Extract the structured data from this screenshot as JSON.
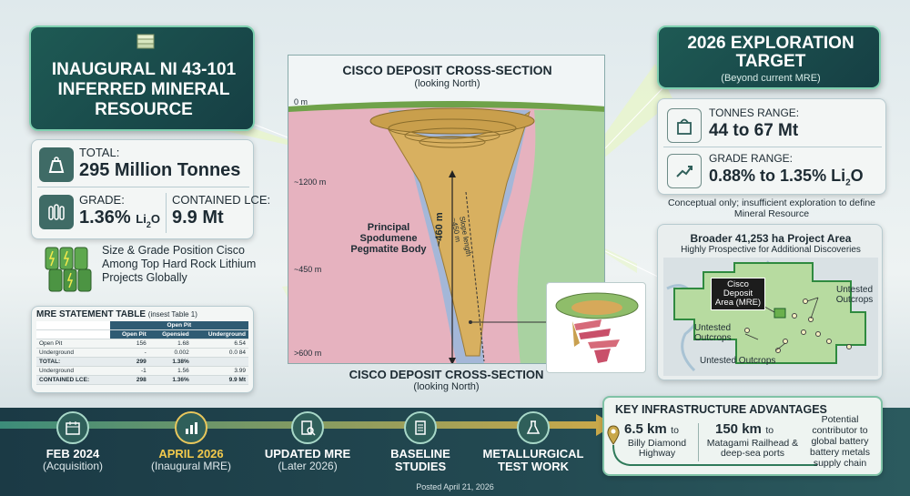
{
  "resource": {
    "title": "INAUGURAL NI 43-101 INFERRED MINERAL RESOURCE",
    "total_label": "TOTAL:",
    "total_value": "295 Million Tonnes",
    "grade_label": "GRADE:",
    "grade_value": "1.36%",
    "grade_unit": "Li",
    "grade_sub": "2",
    "grade_o": "O",
    "lce_label": "CONTAINED LCE:",
    "lce_value": "9.9 Mt",
    "position_text": "Size & Grade Position Cisco Among Top Hard Rock Lithium Projects Globally"
  },
  "mre_table": {
    "title": "MRE STATEMENT TABLE",
    "subtitle": "(insest Table 1)",
    "group_header": "Open Pit",
    "columns": [
      "",
      "Open Pit",
      "Gpensied",
      "Underground"
    ],
    "rows": [
      {
        "cells": [
          "Open Pit",
          "156",
          "1.68",
          "6.54"
        ],
        "bold": false
      },
      {
        "cells": [
          "Underground",
          "-",
          "0.002",
          "0.0 84"
        ],
        "bold": false
      },
      {
        "cells": [
          "TOTAL:",
          "299",
          "1.38%",
          ""
        ],
        "bold": true
      },
      {
        "cells": [
          "Underground",
          "-1",
          "1.56",
          "3.99"
        ],
        "bold": false
      },
      {
        "cells": [
          "CONTAINED LCE:",
          "298",
          "1.36%",
          "9.9 Mt"
        ],
        "bold": true
      }
    ]
  },
  "cross_section": {
    "title": "CISCO DEPOSIT CROSS-SECTION",
    "subtitle": "(looking North)",
    "depth_0": "0 m",
    "depth_1200": "~1200 m",
    "depth_450": "~450 m",
    "depth_600": ">600 m",
    "depth_460": "~460 m",
    "slope_label": "Slope length",
    "slope_value": "~450 m",
    "body_label": "Principal Spodumene Pegmatite Body",
    "bottom_title": "CISCO DEPOSIT CROSS-SECTION",
    "bottom_subtitle": "(looking North)"
  },
  "target": {
    "title": "2026 EXPLORATION TARGET",
    "subtitle": "(Beyond current MRE)",
    "tonnes_label": "TONNES RANGE:",
    "tonnes_value": "44 to 67 Mt",
    "grade_label": "GRADE RANGE:",
    "grade_value": "0.88% to 1.35% Li",
    "grade_sub": "2",
    "grade_o": "O",
    "note": "Conceptual only; insufficient exploration to define Mineral Resource"
  },
  "project_area": {
    "title": "Broader 41,253 ha Project Area",
    "subtitle": "Highly Prospective for Additional Discoveries",
    "deposit_label": "Cisco Deposit Area (MRE)",
    "outcrops_1": "Untested Outcrops",
    "outcrops_2": "Untested Outcrops",
    "outcrops_3": "Untested Outcrops"
  },
  "infrastructure": {
    "title": "KEY INFRASTRUCTURE ADVANTAGES",
    "item1_value": "6.5 km",
    "item1_to": "to",
    "item1_text": "Billy Diamond Highway",
    "item2_value": "150 km",
    "item2_to": "to",
    "item2_text": "Matagami Railhead & deep-sea ports",
    "contributor": "Potential contributor to global battery battery metals supply chain"
  },
  "timeline": [
    {
      "label": "FEB 2024",
      "sub": "(Acquisition)",
      "icon": "calendar-icon"
    },
    {
      "label": "APRIL 2026",
      "sub": "(Inaugural MRE)",
      "icon": "bar-chart-icon"
    },
    {
      "label": "UPDATED MRE",
      "sub": "(Later 2026)",
      "icon": "document-search-icon"
    },
    {
      "label": "BASELINE STUDIES",
      "sub": "",
      "icon": "document-icon"
    },
    {
      "label": "METALLURGICAL TEST WORK",
      "sub": "",
      "icon": "flask-icon"
    }
  ],
  "footer": {
    "posted": "Posted April 21, 2026"
  },
  "colors": {
    "accent_dark": "#1e5a54",
    "highlight": "#f2c94c",
    "pegmatite": "#c9a45a",
    "pink_rock": "#e7b9c2",
    "green_rock": "#a8d4a4"
  }
}
